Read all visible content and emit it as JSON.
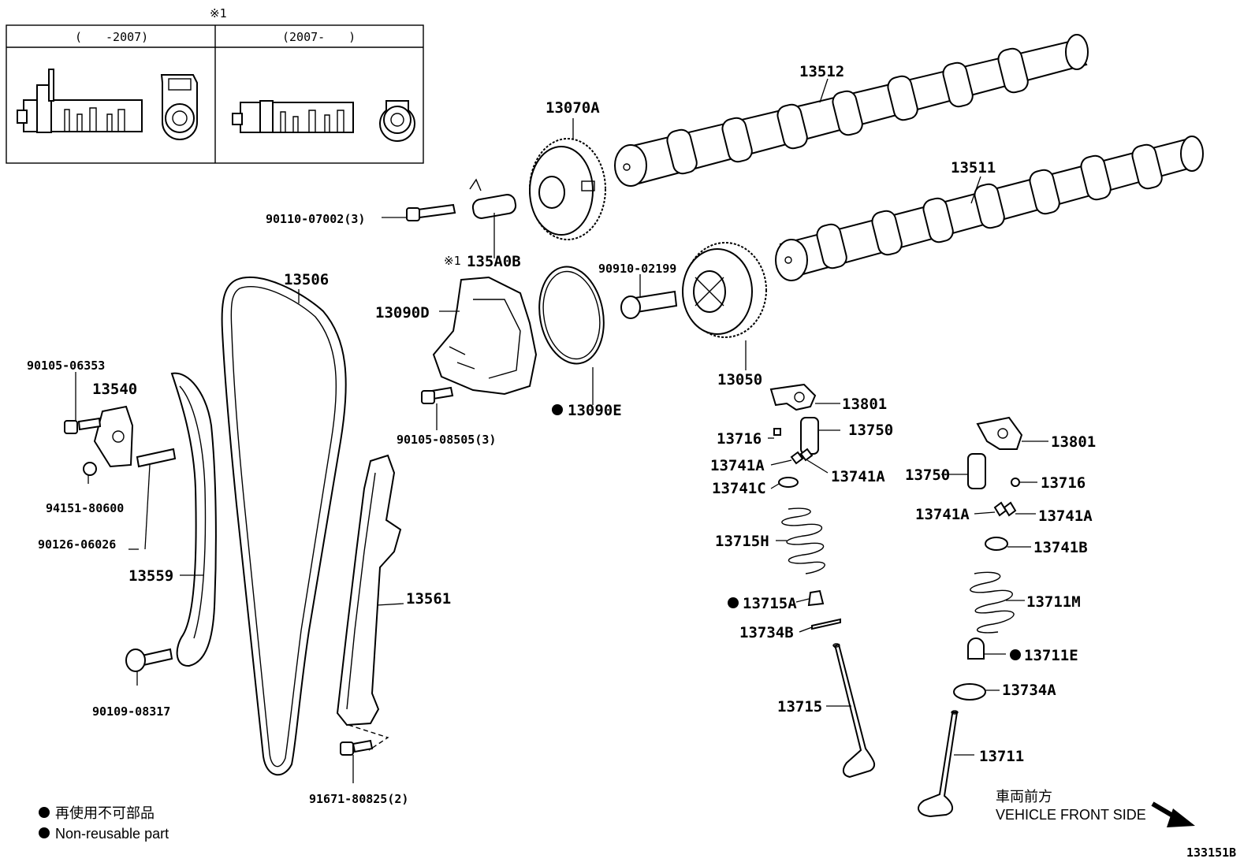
{
  "inset": {
    "mark": "※1",
    "left_header": "(　　-2007)",
    "right_header": "(2007-　　)"
  },
  "labels": {
    "p13512": "13512",
    "p13511": "13511",
    "p13070A": "13070A",
    "p90110": "90110-07002(3)",
    "p135A0B_mark": "※1",
    "p135A0B": "135A0B",
    "p13506": "13506",
    "p13090D": "13090D",
    "p90910": "90910-02199",
    "p13050": "13050",
    "p90105_08505": "90105-08505(3)",
    "p13090E": "13090E",
    "p90105_06353": "90105-06353",
    "p13540": "13540",
    "p94151": "94151-80600",
    "p90126": "90126-06026",
    "p13559": "13559",
    "p13561": "13561",
    "p90109": "90109-08317",
    "p91671": "91671-80825(2)",
    "p13801a": "13801",
    "p13716a": "13716",
    "p13750a": "13750",
    "p13741Aa": "13741A",
    "p13741Ab": "13741A",
    "p13741C": "13741C",
    "p13715H": "13715H",
    "p13715A": "13715A",
    "p13734B": "13734B",
    "p13715": "13715",
    "p13801b": "13801",
    "p13750b": "13750",
    "p13716b": "13716",
    "p13741Ac": "13741A",
    "p13741Ad": "13741A",
    "p13741B": "13741B",
    "p13711M": "13711M",
    "p13711E": "13711E",
    "p13734A": "13734A",
    "p13711": "13711"
  },
  "legend": {
    "jp": "再使用不可部品",
    "en": "Non-reusable part"
  },
  "direction": {
    "jp": "車両前方",
    "en": "VEHICLE FRONT SIDE"
  },
  "diagram_id": "133151B"
}
